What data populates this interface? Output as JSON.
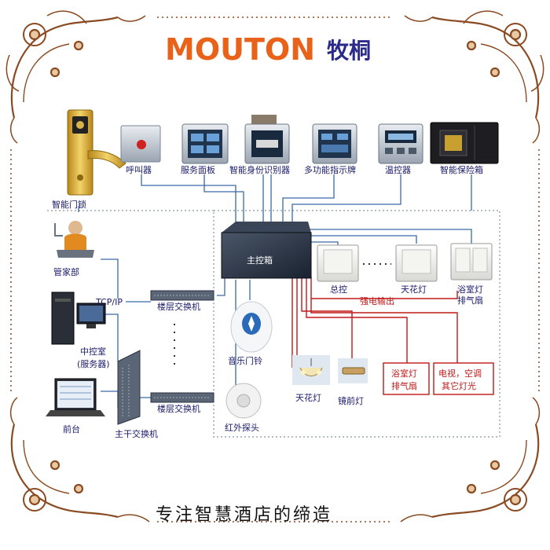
{
  "brand": {
    "name_en": "MOUTON",
    "name_cn": "牧桐",
    "accent": "#e8621a",
    "navy": "#2a2a8a"
  },
  "slogan": "专注智慧酒店的缔造",
  "devices": {
    "door_lock": "智能门锁",
    "call_button": "呼叫器",
    "service_panel": "服务面板",
    "id_reader": "智能身份识别器",
    "indicator": "多功能指示牌",
    "thermostat": "温控器",
    "safe": "智能保险箱",
    "main_box": "主控箱",
    "master_switch": "总控",
    "ceiling_switch": "天花灯",
    "bath_switch_line1": "浴室灯",
    "bath_switch_line2": "排气扇",
    "power_output": "强电输出",
    "butler": "管家部",
    "protocol": "TCP/IP",
    "control_room_line1": "中控室",
    "control_room_line2": "(服务器)",
    "front_desk": "前台",
    "floor_switch_top": "楼层交换机",
    "floor_switch_bottom": "楼层交换机",
    "trunk_switch": "主干交换机",
    "doorbell": "音乐门铃",
    "ir_probe": "红外探头",
    "ceiling_light": "天花灯",
    "mirror_light": "镜前灯",
    "bath_out_line1": "浴室灯",
    "bath_out_line2": "排气扇",
    "appliances_line1": "电视，空调",
    "appliances_line2": "其它灯光"
  },
  "colors": {
    "wire_red": "#c01818",
    "wire_blue": "#3a6aa8",
    "ornament": "#8a4a22",
    "ornament_light": "#e9c9a3"
  }
}
